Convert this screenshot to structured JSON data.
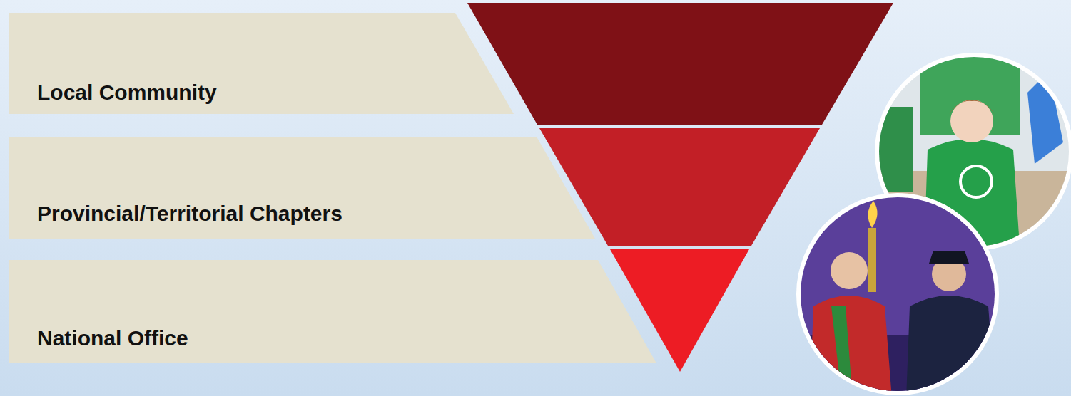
{
  "diagram": {
    "nodes": [
      {
        "text": [
          "Local Community"
        ]
      },
      {
        "text": [
          "Provincial/Territorial Chapters"
        ]
      },
      {
        "text": [
          "National Office"
        ]
      }
    ]
  }
}
